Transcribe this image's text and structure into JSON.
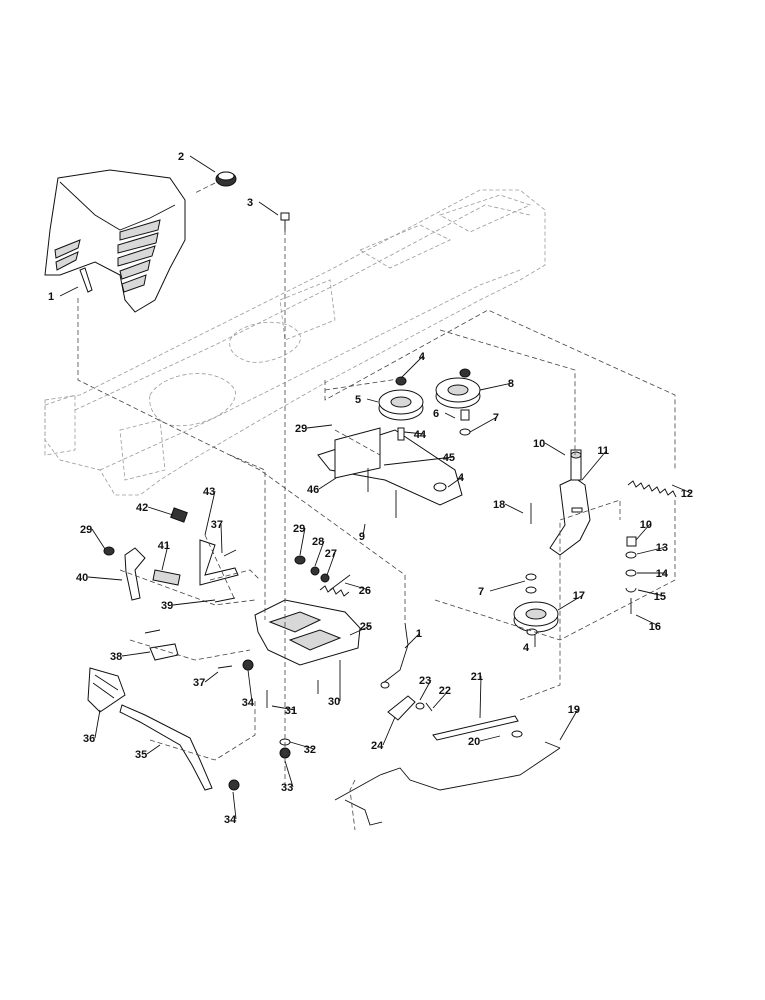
{
  "diagram": {
    "callouts": [
      "1",
      "2",
      "3",
      "4",
      "5",
      "6",
      "7",
      "8",
      "9",
      "10",
      "11",
      "12",
      "13",
      "14",
      "15",
      "16",
      "17",
      "18",
      "19",
      "20",
      "21",
      "22",
      "23",
      "24",
      "25",
      "26",
      "27",
      "28",
      "29",
      "30",
      "31",
      "32",
      "33",
      "34",
      "35",
      "36",
      "37",
      "38",
      "39",
      "40",
      "41",
      "42",
      "43",
      "44",
      "45",
      "46",
      "4",
      "7",
      "10",
      "29",
      "34",
      "37",
      "4",
      "29",
      "1"
    ]
  }
}
